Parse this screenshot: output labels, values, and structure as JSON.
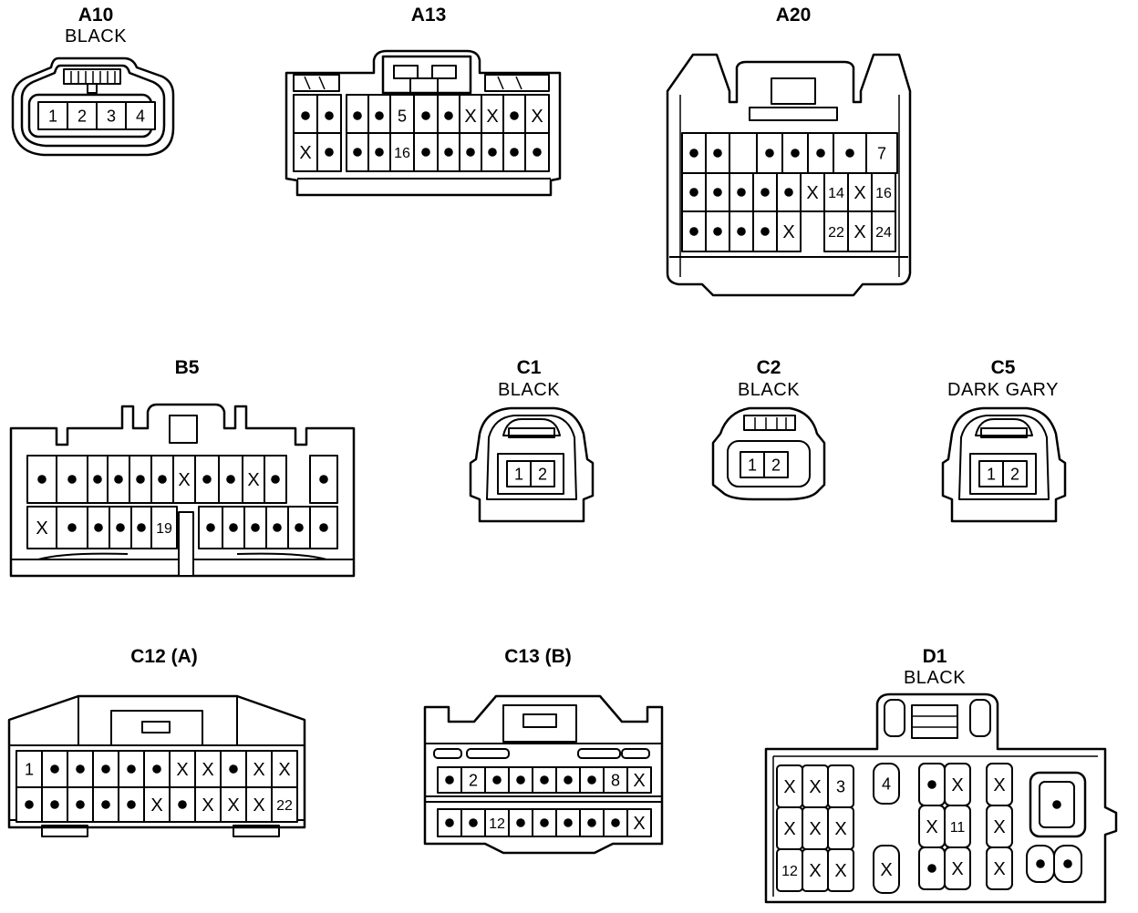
{
  "connectors": {
    "a10": {
      "code": "A10",
      "color": "BLACK",
      "pins": [
        "1",
        "2",
        "3",
        "4"
      ]
    },
    "a13": {
      "code": "A13",
      "color": "",
      "rows": [
        [
          "•",
          "•",
          "•",
          "•",
          "5",
          "•",
          "•",
          "X",
          "X",
          "•",
          "X"
        ],
        [
          "X",
          "•",
          "•",
          "•",
          "16",
          "•",
          "•",
          "•",
          "•",
          "•",
          "•"
        ]
      ]
    },
    "a20": {
      "code": "A20",
      "color": "",
      "rows": [
        [
          "•",
          "•",
          "",
          "•",
          "•",
          "•",
          "•",
          "7"
        ],
        [
          "•",
          "•",
          "•",
          "•",
          "•",
          "X",
          "14",
          "X",
          "16"
        ],
        [
          "•",
          "•",
          "•",
          "•",
          "X",
          "",
          "22",
          "X",
          "24"
        ]
      ]
    },
    "b5": {
      "code": "B5",
      "color": "",
      "rows": [
        [
          "•",
          "•",
          "•",
          "•",
          "•",
          "•",
          "X",
          "•",
          "•",
          "X",
          "•",
          "•"
        ],
        [
          "X",
          "•",
          "•",
          "•",
          "•",
          "19",
          "•",
          "•",
          "•",
          "•",
          "•",
          "•"
        ]
      ]
    },
    "c1": {
      "code": "C1",
      "color": "BLACK",
      "pins": [
        "1",
        "2"
      ]
    },
    "c2": {
      "code": "C2",
      "color": "BLACK",
      "pins": [
        "1",
        "2"
      ]
    },
    "c5": {
      "code": "C5",
      "color": "DARK GARY",
      "pins": [
        "1",
        "2"
      ]
    },
    "c12": {
      "code": "C12 (A)",
      "color": "",
      "rows": [
        [
          "1",
          "•",
          "•",
          "•",
          "•",
          "•",
          "X",
          "X",
          "•",
          "X",
          "X"
        ],
        [
          "•",
          "•",
          "•",
          "•",
          "•",
          "X",
          "•",
          "X",
          "X",
          "X",
          "22"
        ]
      ]
    },
    "c13": {
      "code": "C13 (B)",
      "color": "",
      "rows": [
        [
          "•",
          "2",
          "•",
          "•",
          "•",
          "•",
          "•",
          "8",
          "X"
        ],
        [
          "•",
          "•",
          "12",
          "•",
          "•",
          "•",
          "•",
          "•",
          "X"
        ]
      ]
    },
    "d1": {
      "code": "D1",
      "color": "BLACK",
      "left_block": [
        [
          "X",
          "X",
          "3"
        ],
        [
          "X",
          "X",
          "X"
        ],
        [
          "12",
          "X",
          "X"
        ]
      ],
      "pin_4": "4",
      "pin_x_small": "X",
      "mid_block": [
        [
          "•",
          "X"
        ],
        [
          "X",
          "11"
        ],
        [
          "•",
          "X"
        ]
      ],
      "right_column": [
        "X",
        "X",
        "X"
      ],
      "latch_pin": "•",
      "bottom_right": [
        "•",
        "•"
      ]
    }
  },
  "symbols": {
    "pin_icon": "filled-dot",
    "unused_icon": "x-mark"
  }
}
